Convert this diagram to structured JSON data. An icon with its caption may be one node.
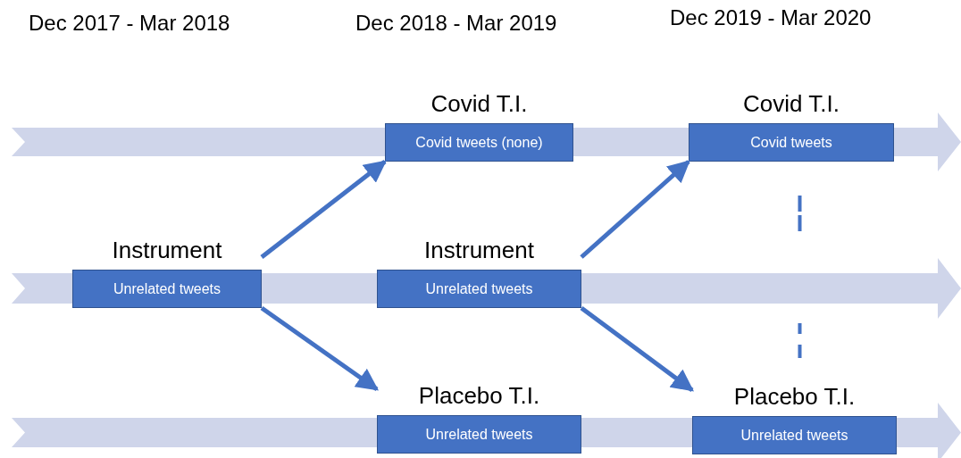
{
  "diagram": {
    "nodes": [
      {
        "text": [
          "Instrument",
          "Unrelated tweets"
        ]
      },
      {
        "text": [
          "Covid T.I.",
          "Covid tweets (none)"
        ]
      },
      {
        "text": [
          "Instrument",
          "Unrelated tweets"
        ]
      },
      {
        "text": [
          "Placebo T.I.",
          "Unrelated tweets"
        ]
      },
      {
        "text": [
          "Covid T.I.",
          "Covid tweets"
        ]
      },
      {
        "text": [
          "Placebo T.I.",
          "Unrelated tweets"
        ]
      }
    ],
    "edges": [
      {
        "from": 0,
        "to": 1,
        "arrow": "to"
      },
      {
        "from": 0,
        "to": 3,
        "arrow": "to"
      },
      {
        "from": 2,
        "to": 4,
        "arrow": "to"
      },
      {
        "from": 2,
        "to": 5,
        "arrow": "to"
      },
      {
        "from": 4,
        "to": 5,
        "arrow": "none",
        "style": "dashed"
      }
    ],
    "labels": [
      "Dec 2017 - Mar 2018",
      "Dec 2018 - Mar 2019",
      "Dec 2019 - Mar 2020"
    ]
  }
}
